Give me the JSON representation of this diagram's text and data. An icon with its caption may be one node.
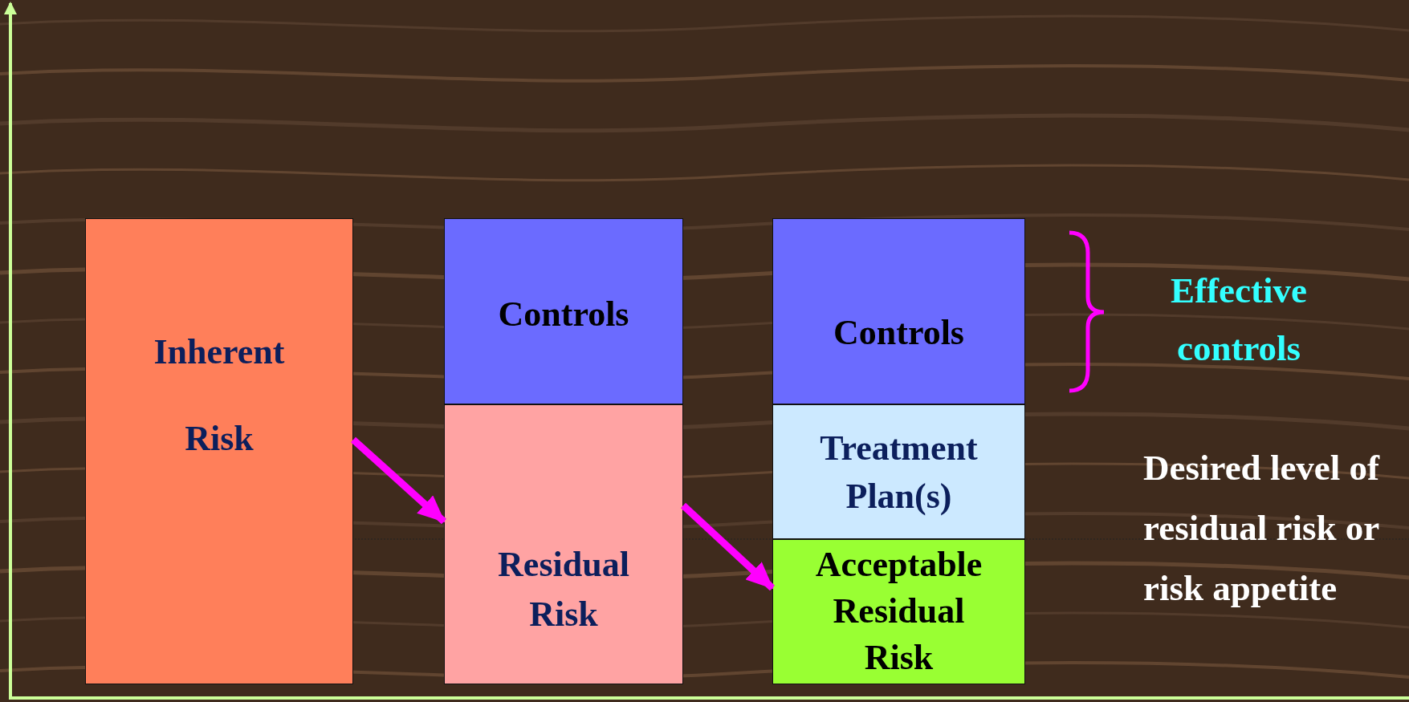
{
  "diagram": {
    "nodes": [
      {
        "text": [
          "Inherent Risk"
        ]
      },
      {
        "text": [
          "Controls"
        ]
      },
      {
        "text": [
          "Residual Risk"
        ]
      },
      {
        "text": [
          "Controls"
        ]
      },
      {
        "text": [
          "Treatment Plan(s)"
        ]
      },
      {
        "text": [
          "Acceptable Residual Risk"
        ]
      }
    ],
    "edges": [
      {
        "from": 0,
        "to": 2,
        "arrow": "to"
      },
      {
        "from": 2,
        "to": 5,
        "arrow": "to"
      }
    ],
    "labels": [
      "Effective controls",
      "Desired level of residual risk or risk appetite"
    ]
  }
}
